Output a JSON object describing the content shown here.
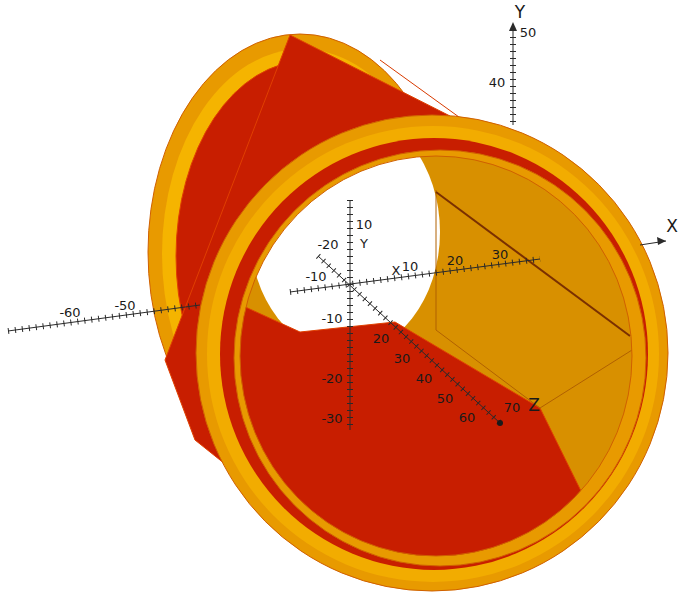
{
  "diagram": {
    "labels": [
      "Y",
      "50",
      "40",
      "10",
      "-20",
      "Y",
      "X",
      "10",
      "20",
      "30",
      "X",
      "-60",
      "-50",
      "-10",
      "20",
      "30",
      "40",
      "50",
      "60",
      "70",
      "Z",
      "-10",
      "-20",
      "-30"
    ]
  }
}
